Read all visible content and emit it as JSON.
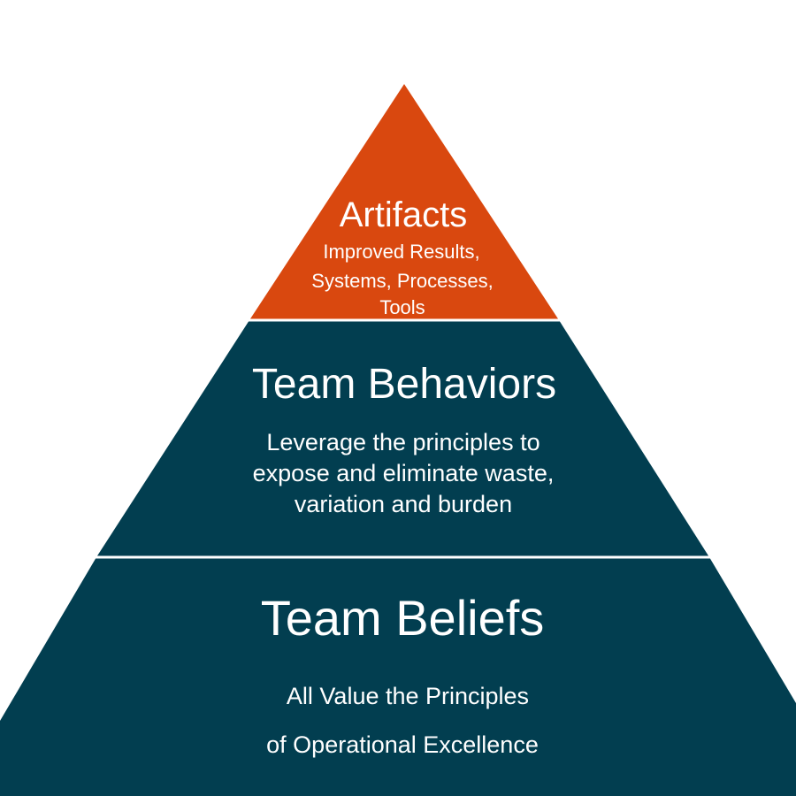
{
  "colors": {
    "background": "#ffffff",
    "top_tier": "#d9480f",
    "lower_tiers": "#023e50",
    "divider": "#ffffff",
    "text": "#ffffff"
  },
  "tiers": [
    {
      "title": "Artifacts",
      "lines": [
        "Improved Results,",
        "Systems, Processes,",
        "Tools"
      ]
    },
    {
      "title": "Team Behaviors",
      "lines": [
        "Leverage the principles to",
        "expose and eliminate waste,",
        "variation and burden"
      ]
    },
    {
      "title": "Team Beliefs",
      "lines": [
        "All Value the Principles",
        "of Operational Excellence"
      ]
    }
  ]
}
